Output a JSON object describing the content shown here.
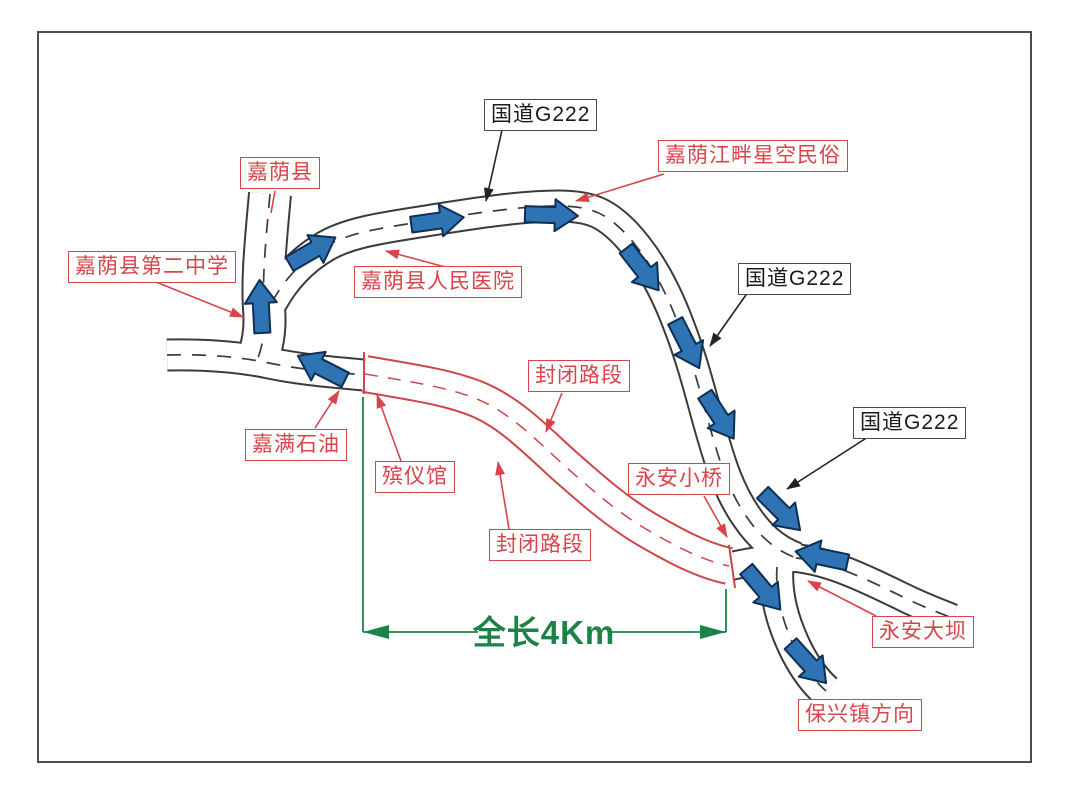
{
  "labels": {
    "national_road_top": "国道G222",
    "national_road_mid": "国道G222",
    "national_road_low": "国道G222",
    "jiayin_county": "嘉荫县",
    "jiayin_no2_school": "嘉荫县第二中学",
    "jiayin_hospital": "嘉荫县人民医院",
    "riverside_folk_custom": "嘉荫江畔星空民俗",
    "closed_section_upper": "封闭路段",
    "closed_section_lower": "封闭路段",
    "jiaman_petroleum": "嘉满石油",
    "funeral_home": "殡仪馆",
    "yongan_bridge": "永安小桥",
    "yongan_dam": "永安大坝",
    "baoxing_direction": "保兴镇方向"
  },
  "dimension": {
    "text": "全长4Km"
  },
  "colors": {
    "annotation_label_red": "#d9444a",
    "closed_road_red": "#cf4549",
    "dimension_green": "#1e8248",
    "route_arrow_blue": "#2e74b5",
    "road_outline": "#3b3b3b",
    "highway_label_black": "#1a1a1a"
  }
}
